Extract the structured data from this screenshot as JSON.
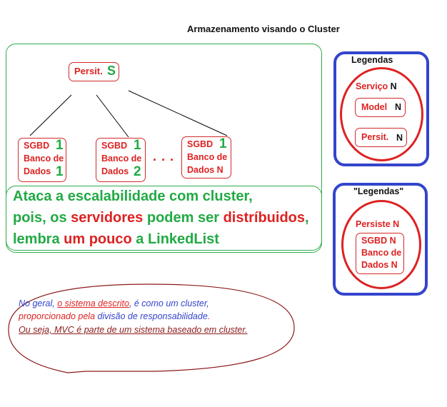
{
  "title": "Armazenamento visando o Cluster",
  "tree": {
    "root_label": "Persit.",
    "root_mult": "S",
    "children": [
      {
        "line1": "SGBD",
        "line2": "Banco de",
        "line3": "Dados",
        "num_top": "1",
        "num_bottom": "1"
      },
      {
        "line1": "SGBD",
        "line2": "Banco de",
        "line3": "Dados",
        "num_top": "1",
        "num_bottom": "2"
      },
      {
        "line1": "SGBD",
        "line2": "Banco de",
        "line3": "Dados N",
        "num_top": "1",
        "num_bottom": ""
      }
    ],
    "ellipsis": ". . ."
  },
  "main_text": {
    "line1": "Ataca a escalabilidade com cluster,",
    "line2_a": "pois, os ",
    "line2_b": "servidores",
    "line2_c": " podem ser ",
    "line2_d": "distríbuidos",
    "line2_e": ",",
    "line3_a": "lembra ",
    "line3_b": "um pouco",
    "line3_c": " a LinkedList"
  },
  "legend1": {
    "title": "Legendas",
    "servico_label": "Serviço",
    "servico_n": "N",
    "model_label": "Model",
    "model_n": "N",
    "persit_label": "Persit.",
    "persit_n": "N"
  },
  "legend2": {
    "title": "\"Legendas\"",
    "persiste": "Persiste N",
    "line1": "SGBD N",
    "line2": "Banco de",
    "line3": "Dados N"
  },
  "speech": {
    "l1_a": "No geral, ",
    "l1_b": "o sistema descrito",
    "l1_c": ", é como um cluster,",
    "l2_a": "proporcionado pela ",
    "l2_b": "divisão de responsabilidade",
    "l2_c": ".",
    "l3": "Ou seja, MVC é parte de um sistema baseado em cluster."
  },
  "colors": {
    "green": "#22aa44",
    "red": "#dd2222",
    "blue": "#3344cc",
    "darkred": "#8b1a1a"
  }
}
